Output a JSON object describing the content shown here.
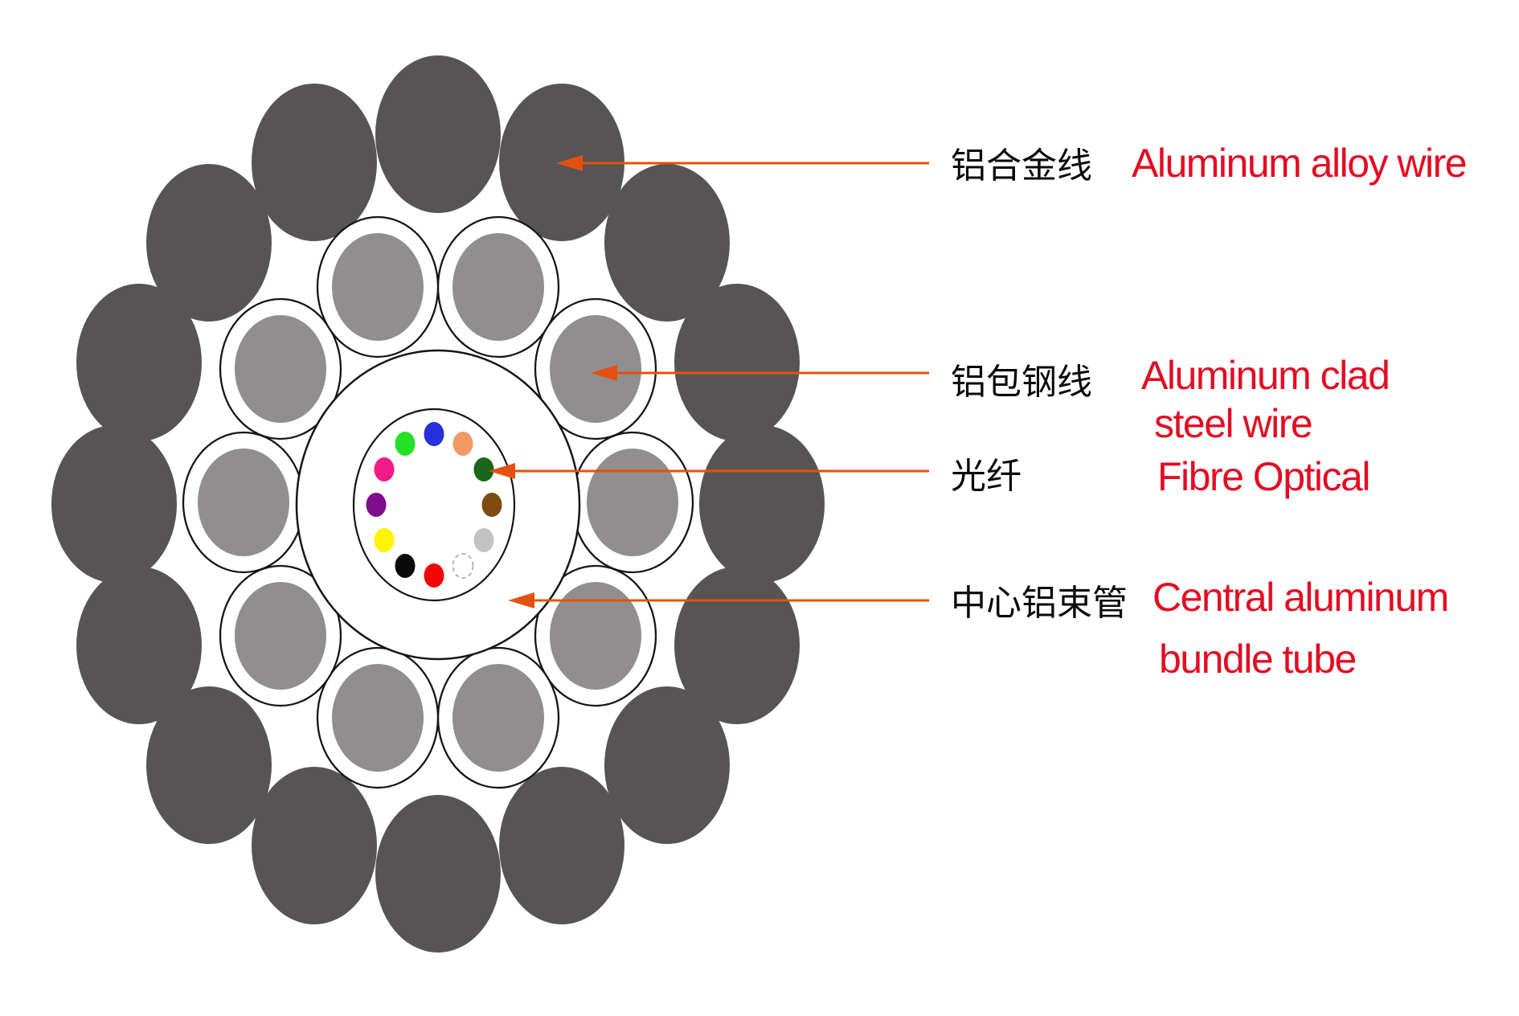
{
  "figure": {
    "type": "opgw-cable-cross-section-diagram",
    "strand_counts": {
      "aluminum_alloy_wires": 16,
      "aluminum_clad_steel_wires": 10,
      "optical_fibers": 12
    }
  },
  "colors": {
    "bg": "#ffffff",
    "outer_wire": "#575455",
    "clad_gray": "#908e8e",
    "outline": "#161616",
    "arrow": "#e4510e",
    "label_cn": "#0a0a0a",
    "label_en": "#e30d23",
    "white_dot_stroke": "#b5b5b5"
  },
  "annotations": [
    {
      "cn": "铝合金线",
      "en": [
        "Aluminum alloy wire"
      ]
    },
    {
      "cn": "铝包钢线",
      "en": [
        "Aluminum clad",
        "steel wire"
      ]
    },
    {
      "cn": "光纤",
      "en": [
        "Fibre Optical"
      ]
    },
    {
      "cn": "中心铝束管",
      "en": [
        "Central aluminum",
        "bundle tube"
      ]
    }
  ],
  "fibers": [
    {
      "name": "blue",
      "color": "#2730dd"
    },
    {
      "name": "orange",
      "color": "#f29a63"
    },
    {
      "name": "dark-green",
      "color": "#1b661b"
    },
    {
      "name": "brown",
      "color": "#7c4c12"
    },
    {
      "name": "silver",
      "color": "#c4c2c2"
    },
    {
      "name": "white",
      "color": "#ffffff"
    },
    {
      "name": "red",
      "color": "#f20505"
    },
    {
      "name": "black",
      "color": "#0a0a0a"
    },
    {
      "name": "yellow",
      "color": "#fdf501"
    },
    {
      "name": "purple",
      "color": "#7d0d8b"
    },
    {
      "name": "magenta",
      "color": "#f01b87"
    },
    {
      "name": "green",
      "color": "#25e125"
    }
  ]
}
